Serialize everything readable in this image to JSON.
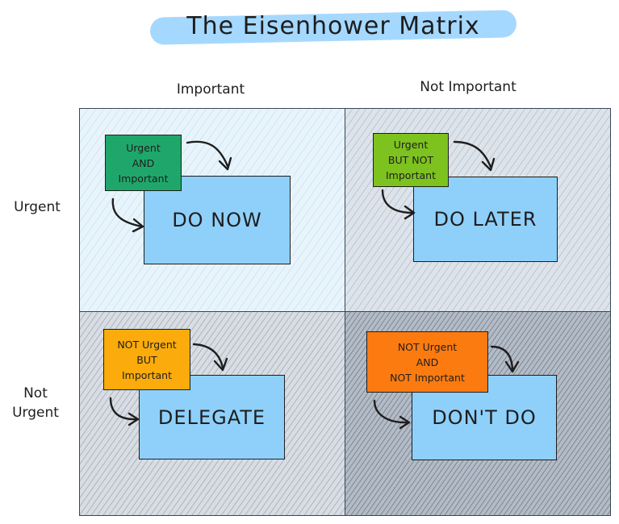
{
  "title": "The Eisenhower Matrix",
  "columns": [
    "Important",
    "Not Important"
  ],
  "rows": [
    "Urgent",
    "Not Urgent"
  ],
  "quadrants": [
    {
      "action": "DO NOW",
      "note": [
        "Urgent",
        "AND",
        "Important"
      ],
      "note_color": "#1fa76b",
      "fill": "#e6f3fa"
    },
    {
      "action": "DO LATER",
      "note": [
        "Urgent",
        "BUT NOT",
        "Important"
      ],
      "note_color": "#7dc21e",
      "fill": "#d6dde5"
    },
    {
      "action": "DELEGATE",
      "note": [
        "NOT Urgent",
        "BUT",
        "Important"
      ],
      "note_color": "#fbab0b",
      "fill": "#d2d7de"
    },
    {
      "action": "DON'T DO",
      "note": [
        "NOT Urgent",
        "AND",
        "NOT Important"
      ],
      "note_color": "#fc7b10",
      "fill": "#a7afbb"
    }
  ],
  "action_color": "#8fd0fb",
  "title_highlight": "#a5d8ff"
}
